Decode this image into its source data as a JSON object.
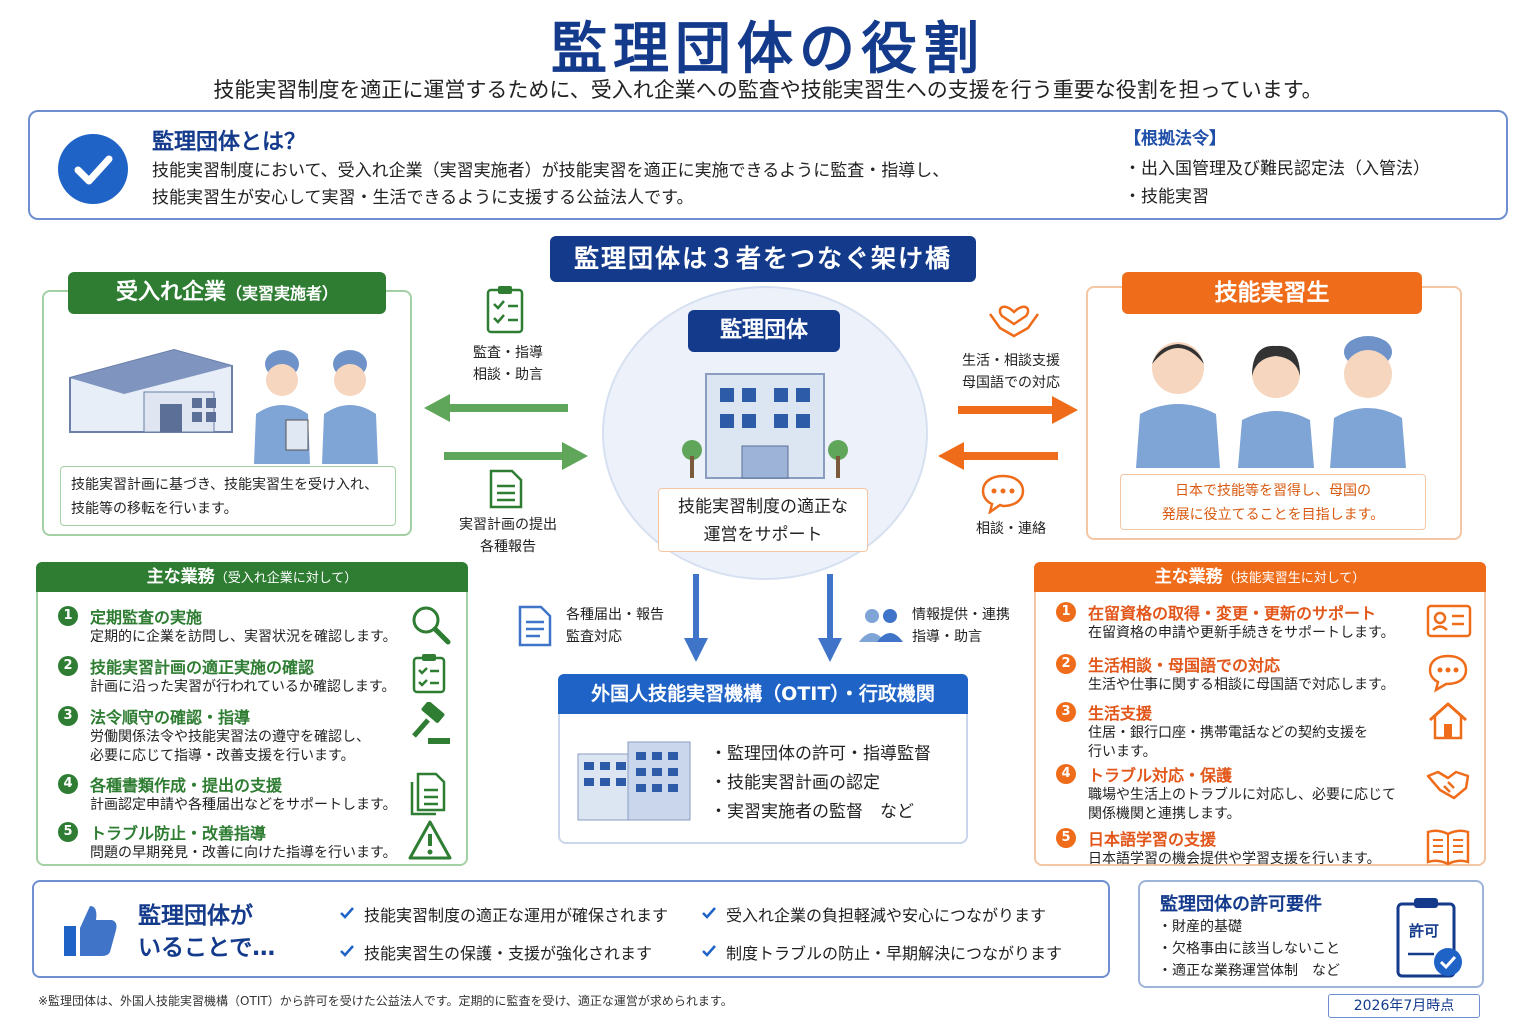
{
  "title": "監理団体の役割",
  "subtitle": "技能実習制度を適正に運営するために、受入れ企業への監査や技能実習生への支援を行う重要な役割を担っています。",
  "intro": {
    "heading": "監理団体とは？",
    "line1": "技能実習制度において、受入れ企業（実習実施者）が技能実習を適正に実施できるように監査・指導し、",
    "line2": "技能実習生が安心して実習・生活できるように支援する公益法人です。",
    "law_heading": "【根拠法令】",
    "laws": [
      "・出入国管理及び難民認定法（入管法）",
      "・技能実習"
    ]
  },
  "bridge": "監理団体は３者をつなぐ架け橋",
  "company": {
    "title": "受入れ企業",
    "title_sub": "（実習実施者）",
    "desc1": "技能実習計画に基づき、技能実習生を受け入れ、",
    "desc2": "技能等の移転を行います。"
  },
  "trainee": {
    "title": "技能実習生",
    "desc1": "日本で技能等を習得し、母国の",
    "desc2": "発展に役立てることを目指します。"
  },
  "center": {
    "title": "監理団体",
    "desc1": "技能実習制度の適正な",
    "desc2": "運営をサポート"
  },
  "arrows": {
    "to_company_1": "監査・指導",
    "to_company_2": "相談・助言",
    "from_company_1": "実習計画の提出",
    "from_company_2": "各種報告",
    "to_trainee_1": "生活・相談支援",
    "to_trainee_2": "母国語での対応",
    "from_trainee_1": "相談・連絡",
    "down_left_1": "各種届出・報告",
    "down_left_2": "監査対応",
    "down_right_1": "情報提供・連携",
    "down_right_2": "指導・助言"
  },
  "otit": {
    "title": "外国人技能実習機構（OTIT）・行政機関",
    "items": [
      "・監理団体の許可・指導監督",
      "・技能実習計画の認定",
      "・実習実施者の監督　など"
    ]
  },
  "duties_company": {
    "title": "主な業務",
    "title_sub": "（受入れ企業に対して）",
    "items": [
      {
        "n": "1",
        "title": "定期監査の実施",
        "desc": "定期的に企業を訪問し、実習状況を確認します。",
        "icon": "magnifier-icon"
      },
      {
        "n": "2",
        "title": "技能実習計画の適正実施の確認",
        "desc": "計画に沿った実習が行われているか確認します。",
        "icon": "checklist-icon"
      },
      {
        "n": "3",
        "title": "法令順守の確認・指導",
        "desc": "労働関係法令や技能実習法の遵守を確認し、",
        "desc2": "必要に応じて指導・改善支援を行います。",
        "icon": "gavel-icon"
      },
      {
        "n": "4",
        "title": "各種書類作成・提出の支援",
        "desc": "計画認定申請や各種届出などをサポートします。",
        "icon": "documents-icon"
      },
      {
        "n": "5",
        "title": "トラブル防止・改善指導",
        "desc": "問題の早期発見・改善に向けた指導を行います。",
        "icon": "warning-icon"
      }
    ]
  },
  "duties_trainee": {
    "title": "主な業務",
    "title_sub": "（技能実習生に対して）",
    "items": [
      {
        "n": "1",
        "title": "在留資格の取得・変更・更新のサポート",
        "desc": "在留資格の申請や更新手続きをサポートします。",
        "icon": "id-card-icon"
      },
      {
        "n": "2",
        "title": "生活相談・母国語での対応",
        "desc": "生活や仕事に関する相談に母国語で対応します。",
        "icon": "chat-icon"
      },
      {
        "n": "3",
        "title": "生活支援",
        "desc": "住居・銀行口座・携帯電話などの契約支援を",
        "desc2": "行います。",
        "icon": "house-icon"
      },
      {
        "n": "4",
        "title": "トラブル対応・保護",
        "desc": "職場や生活上のトラブルに対応し、必要に応じて",
        "desc2": "関係機関と連携します。",
        "icon": "handshake-icon"
      },
      {
        "n": "5",
        "title": "日本語学習の支援",
        "desc": "日本語学習の機会提供や学習支援を行います。",
        "icon": "book-icon"
      }
    ]
  },
  "benefits": {
    "heading1": "監理団体が",
    "heading2": "いることで…",
    "items": [
      "技能実習制度の適正な運用が確保されます",
      "受入れ企業の負担軽減や安心につながります",
      "技能実習生の保護・支援が強化されます",
      "制度トラブルの防止・早期解決につながります"
    ]
  },
  "permit": {
    "heading": "監理団体の許可要件",
    "items": [
      "・財産的基礎",
      "・欠格事由に該当しないこと",
      "・適正な業務運営体制　など"
    ],
    "stamp": "許可"
  },
  "footnote": "※監理団体は、外国人技能実習機構（OTIT）から許可を受けた公益法人です。定期的に監査を受け、適正な運営が求められます。",
  "date": "2026年7月時点",
  "colors": {
    "navy": "#143a8c",
    "green": "#2e7d32",
    "orange": "#ef6c1a",
    "blue": "#1f63c6"
  }
}
